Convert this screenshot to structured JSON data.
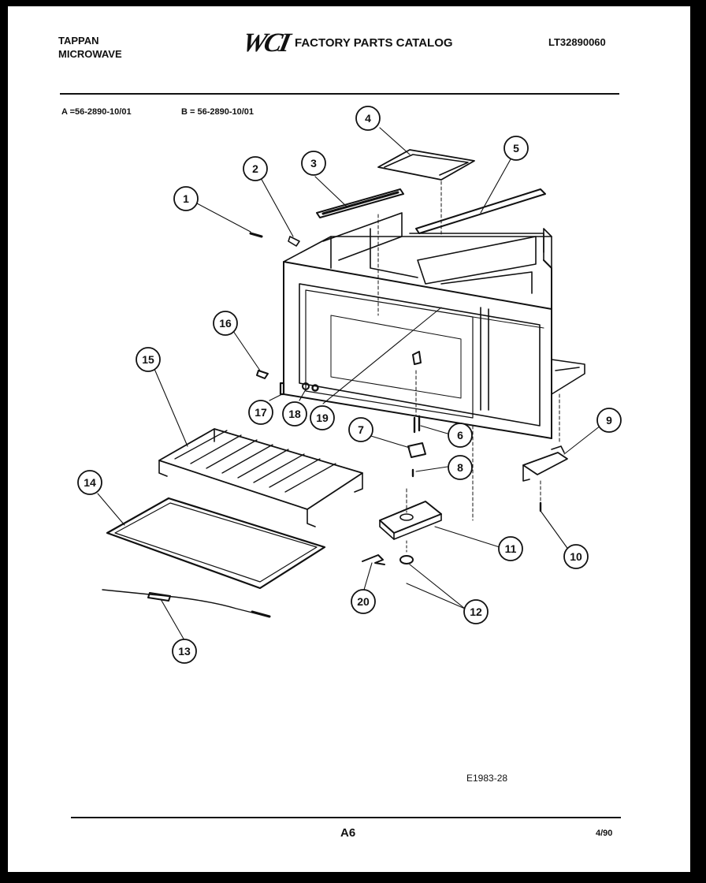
{
  "header": {
    "brand_line1": "TAPPAN",
    "brand_line2": "MICROWAVE",
    "logo": "WCI",
    "catalog_title": "FACTORY PARTS CATALOG",
    "catalog_number": "LT32890060"
  },
  "model_codes": {
    "a": "A =56-2890-10/01",
    "b": "B = 56-2890-10/01"
  },
  "figure_ref": "E1983-28",
  "footer": {
    "page": "A6",
    "date": "4/90"
  },
  "callouts": [
    {
      "id": "c1",
      "label": "1"
    },
    {
      "id": "c2",
      "label": "2"
    },
    {
      "id": "c3",
      "label": "3"
    },
    {
      "id": "c4",
      "label": "4"
    },
    {
      "id": "c5",
      "label": "5"
    },
    {
      "id": "c6",
      "label": "6"
    },
    {
      "id": "c7",
      "label": "7"
    },
    {
      "id": "c8",
      "label": "8"
    },
    {
      "id": "c9",
      "label": "9"
    },
    {
      "id": "c10",
      "label": "10"
    },
    {
      "id": "c11",
      "label": "11"
    },
    {
      "id": "c12",
      "label": "12"
    },
    {
      "id": "c13",
      "label": "13"
    },
    {
      "id": "c14",
      "label": "14"
    },
    {
      "id": "c15",
      "label": "15"
    },
    {
      "id": "c16",
      "label": "16"
    },
    {
      "id": "c17",
      "label": "17"
    },
    {
      "id": "c18",
      "label": "18"
    },
    {
      "id": "c19",
      "label": "19"
    },
    {
      "id": "c20",
      "label": "20"
    }
  ]
}
